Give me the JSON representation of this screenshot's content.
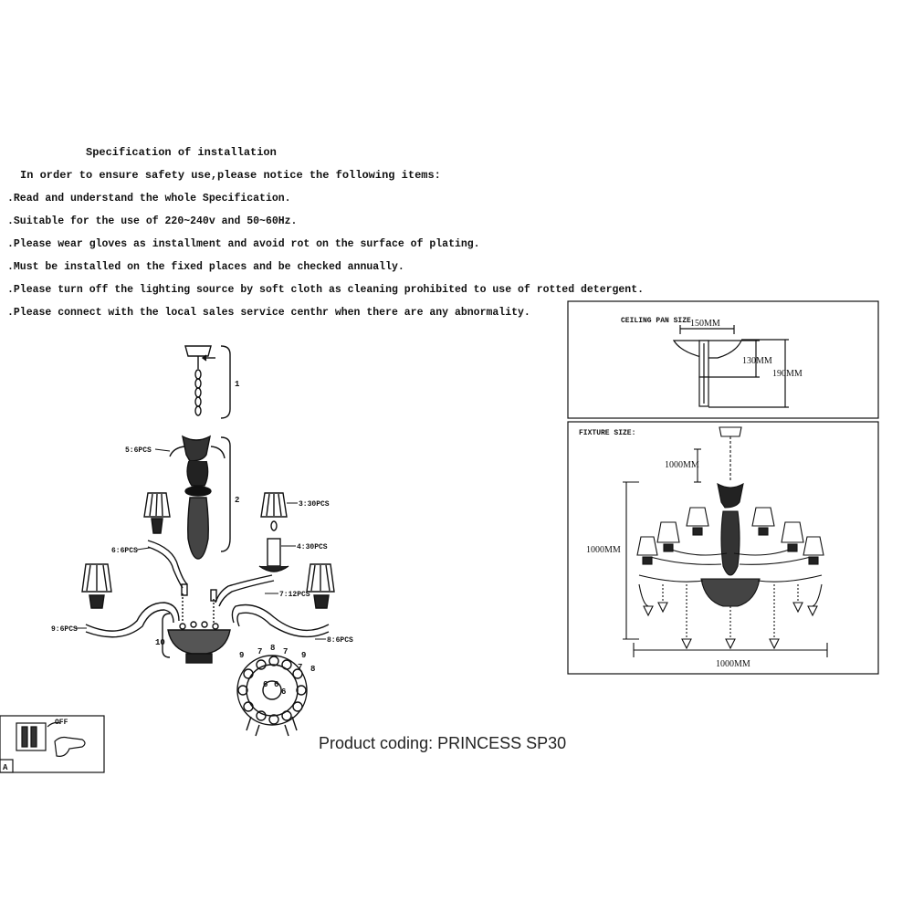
{
  "spec": {
    "title": "Specification of installation",
    "intro": "In order to ensure safety use,please notice the following items:",
    "items": [
      ".Read and understand the whole Specification.",
      ".Suitable for the use of 220~240v and 50~60Hz.",
      ".Please wear gloves as installment and avoid rot on the surface of plating.",
      ".Must be installed on the fixed places and be checked annually.",
      ".Please turn off the lighting source by soft cloth as cleaning prohibited to use of rotted detergent.",
      ".Please connect with the local sales service centhr when there are any abnormality."
    ]
  },
  "parts": {
    "label_1": "1",
    "label_2": "2",
    "label_10": "10",
    "p5": "5:6PCS",
    "p3": "3:30PCS",
    "p6": "6:6PCS",
    "p4": "4:30PCS",
    "p7": "7:12PCS",
    "p9": "9:6PCS",
    "p8": "8:6PCS",
    "ring_numbers": [
      "9",
      "7",
      "8",
      "7",
      "9",
      "7",
      "8",
      "6",
      "6",
      "6"
    ]
  },
  "ceiling_pan": {
    "title": "CEILING PAN SIZE",
    "width": "150MM",
    "height_inner": "130MM",
    "height_outer": "190MM"
  },
  "fixture": {
    "title": "FIXTURE SIZE:",
    "chain": "1000MM",
    "height": "1000MM",
    "width": "1000MM"
  },
  "switch_panel": {
    "off_label": "OFF",
    "corner_label": "A"
  },
  "product_coding": "Product coding: PRINCESS SP30"
}
